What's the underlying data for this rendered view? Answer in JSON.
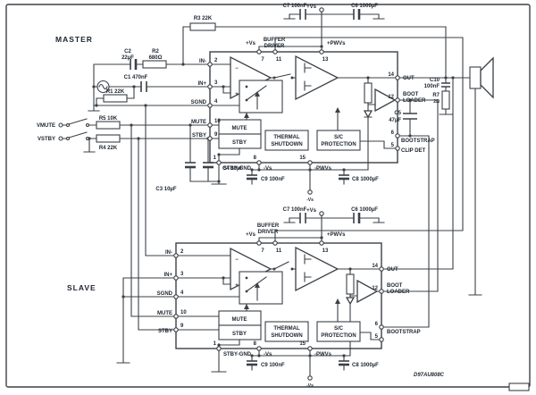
{
  "meta": {
    "type": "schematic",
    "description": "Master / slave modular audio power amplifier application circuit",
    "colors": {
      "line": "#3b4046",
      "text": "#1c2430",
      "background": "#ffffff"
    },
    "drawing_code": "D97AU808C"
  },
  "t": {
    "master": "MASTER",
    "slave": "SLAVE",
    "code": "D97AU808C",
    "minus": "−",
    "plus": "+",
    "in_minus": "IN-",
    "in_plus": "IN+",
    "sgnd": "SGND",
    "mute": "MUTE",
    "stby": "STBY",
    "stby_gnd": "STBY-GND",
    "neg_vs": "-Vs",
    "neg_pwvs": "-PWVs",
    "pos_vs": "+Vs",
    "pos_pwvs": "+PWVs",
    "buffer": "BUFFER",
    "driver": "DRIVER",
    "thermal": "THERMAL",
    "shutdown": "SHUTDOWN",
    "sc": "S/C",
    "protection": "PROTECTION",
    "out": "OUT",
    "boot": "BOOT",
    "loader": "LOADER",
    "bootstrap": "BOOTSTRAP",
    "clip_det": "CLIP DET",
    "vmute": "VMUTE",
    "vstby": "VSTBY",
    "r1": "R1 22K",
    "r2": "R2",
    "r2v": "680Ω",
    "r3": "R3 22K",
    "r4": "R4 22K",
    "r5": "R5 10K",
    "r7": "R7",
    "r7v": "2Ω",
    "c1": "C1 470nF",
    "c2": "C2",
    "c2v": "22µF",
    "c3": "C3 10µF",
    "c4": "C4 10µF",
    "c5": "C5",
    "c5v": "47µF",
    "c6": "C6 1000µF",
    "c7": "C7 100nF",
    "c8": "C8 1000µF",
    "c9": "C9 100nF",
    "c10": "C10",
    "c10v": "100nF",
    "p1": "1",
    "p2": "2",
    "p3": "3",
    "p4": "4",
    "p5": "5",
    "p6": "6",
    "p7": "7",
    "p8": "8",
    "p9": "9",
    "p10": "10",
    "p11": "11",
    "p12": "12",
    "p13": "13",
    "p14": "14",
    "p15": "15"
  }
}
